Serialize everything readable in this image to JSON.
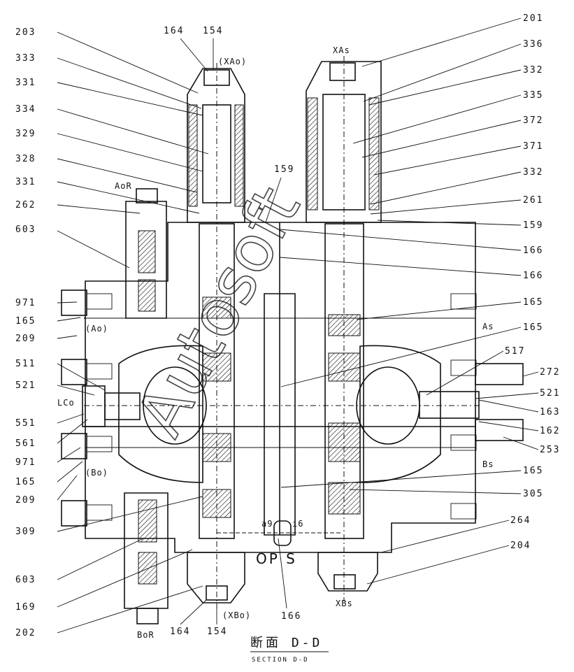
{
  "labels_left": [
    "203",
    "333",
    "331",
    "334",
    "329",
    "328",
    "331",
    "262",
    "603",
    "971",
    "165",
    "209",
    "511",
    "521",
    "551",
    "561",
    "971",
    "165",
    "209",
    "309",
    "603",
    "169",
    "202"
  ],
  "labels_right": [
    "201",
    "336",
    "332",
    "335",
    "372",
    "371",
    "332",
    "261",
    "159",
    "166",
    "166",
    "165",
    "165",
    "517",
    "272",
    "521",
    "163",
    "162",
    "253",
    "165",
    "305",
    "264",
    "204"
  ],
  "labels_top": {
    "l164": "164",
    "l154": "154",
    "l159": "159"
  },
  "labels_bottom": {
    "l164": "164",
    "l154": "154",
    "l166": "166"
  },
  "ports": {
    "xao": "(XAo)",
    "xas": "XAs",
    "aor": "AoR",
    "ao": "(Ao)",
    "as": "As",
    "lco": "LCo",
    "bo": "(Bo)",
    "bs": "Bs",
    "xbo": "(XBo)",
    "xbs": "XBs",
    "bor": "BoR",
    "a9": "a9",
    "i6": "i6"
  },
  "ops_text": "OP S",
  "section": {
    "title": "断面 D-D",
    "subtitle": "SECTION D-D"
  },
  "watermark": "Autosoft"
}
